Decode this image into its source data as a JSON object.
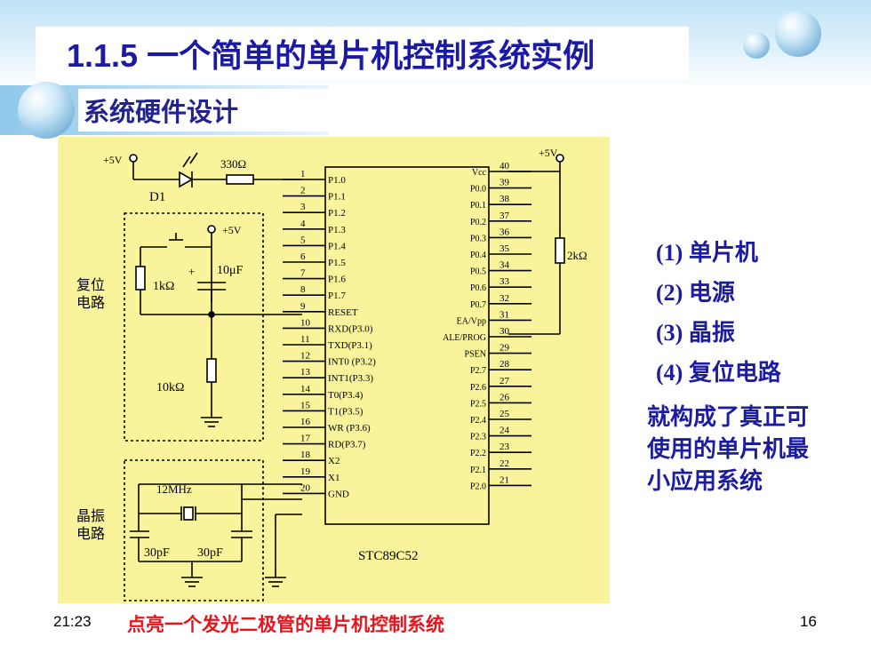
{
  "slide": {
    "title": "1.1.5 一个简单的单片机控制系统实例",
    "subtitle": "系统硬件设计",
    "points": [
      "(1) 单片机",
      "(2) 电源",
      "(3) 晶振",
      "(4) 复位电路"
    ],
    "description": "就构成了真正可使用的单片机最小应用系统",
    "footer": {
      "time": "21:23",
      "caption": "点亮一个发光二极管的单片机控制系统",
      "page": "16"
    }
  },
  "circuit": {
    "vcc_label": "+5V",
    "led_label": "D1",
    "led_resistor": "330Ω",
    "pullup_resistor": "2kΩ",
    "reset_resistor": "1kΩ",
    "reset_cap": "10μF",
    "reset_pulldown": "10kΩ",
    "crystal": "12MHz",
    "cap_left": "30pF",
    "cap_right": "30pF",
    "chip": "STC89C52",
    "reset_block_label": [
      "复位",
      "电路"
    ],
    "osc_block_label": [
      "晶振",
      "电路"
    ],
    "left_pins": [
      {
        "num": "1",
        "name": "P1.0"
      },
      {
        "num": "2",
        "name": "P1.1"
      },
      {
        "num": "3",
        "name": "P1.2"
      },
      {
        "num": "4",
        "name": "P1.3"
      },
      {
        "num": "5",
        "name": "P1.4"
      },
      {
        "num": "6",
        "name": "P1.5"
      },
      {
        "num": "7",
        "name": "P1.6"
      },
      {
        "num": "8",
        "name": "P1.7"
      },
      {
        "num": "9",
        "name": "RESET"
      },
      {
        "num": "10",
        "name": "RXD(P3.0)"
      },
      {
        "num": "11",
        "name": "TXD(P3.1)"
      },
      {
        "num": "12",
        "name": "INT0 (P3.2)"
      },
      {
        "num": "13",
        "name": "INT1(P3.3)"
      },
      {
        "num": "14",
        "name": "T0(P3.4)"
      },
      {
        "num": "15",
        "name": "T1(P3.5)"
      },
      {
        "num": "16",
        "name": "WR (P3.6)"
      },
      {
        "num": "17",
        "name": "RD(P3.7)"
      },
      {
        "num": "18",
        "name": "X2"
      },
      {
        "num": "19",
        "name": "X1"
      },
      {
        "num": "20",
        "name": "GND"
      }
    ],
    "right_pins": [
      {
        "num": "40",
        "name": "Vcc"
      },
      {
        "num": "39",
        "name": "P0.0"
      },
      {
        "num": "38",
        "name": "P0.1"
      },
      {
        "num": "37",
        "name": "P0.2"
      },
      {
        "num": "36",
        "name": "P0.3"
      },
      {
        "num": "35",
        "name": "P0.4"
      },
      {
        "num": "34",
        "name": "P0.5"
      },
      {
        "num": "33",
        "name": "P0.6"
      },
      {
        "num": "32",
        "name": "P0.7"
      },
      {
        "num": "31",
        "name": "EA/Vpp"
      },
      {
        "num": "30",
        "name": "ALE/PROG"
      },
      {
        "num": "29",
        "name": "PSEN"
      },
      {
        "num": "28",
        "name": "P2.7"
      },
      {
        "num": "27",
        "name": "P2.6"
      },
      {
        "num": "26",
        "name": "P2.5"
      },
      {
        "num": "25",
        "name": "P2.4"
      },
      {
        "num": "24",
        "name": "P2.3"
      },
      {
        "num": "23",
        "name": "P2.2"
      },
      {
        "num": "22",
        "name": "P2.1"
      },
      {
        "num": "21",
        "name": "P2.0"
      }
    ]
  }
}
